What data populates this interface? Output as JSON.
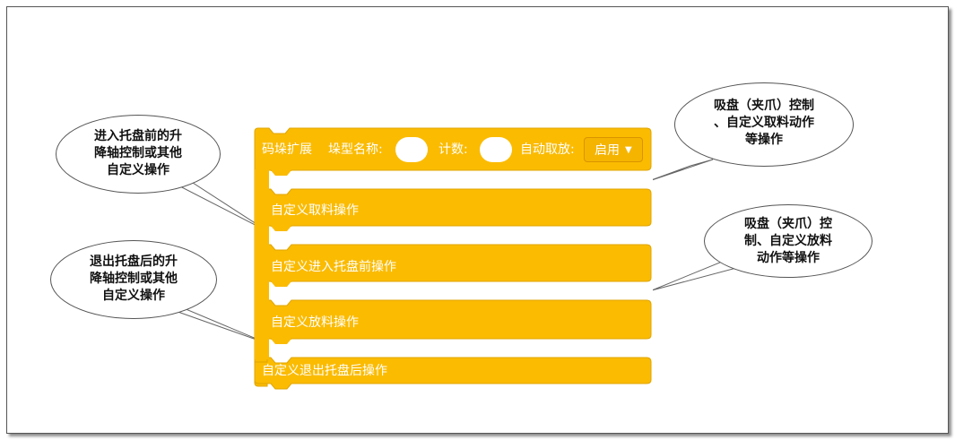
{
  "block": {
    "header": {
      "title": "码垛扩展",
      "type_label": "垛型名称:",
      "count_label": "计数:",
      "auto_label": "自动取放:",
      "dropdown_value": "启用",
      "dropdown_arrow_icon": "triangle-down-icon"
    },
    "slots": [
      {
        "label": "自定义取料操作"
      },
      {
        "label": "自定义进入托盘前操作"
      },
      {
        "label": "自定义放料操作"
      },
      {
        "label": "自定义退出托盘后操作"
      }
    ],
    "color": "#FBBB00"
  },
  "callouts": [
    {
      "text_lines": [
        "进入托盘前的升",
        "降轴控制或其他",
        "自定义操作"
      ]
    },
    {
      "text_lines": [
        "退出托盘后的升",
        "降轴控制或其他",
        "自定义操作"
      ]
    },
    {
      "text_lines": [
        "吸盘（夹爪）控制",
        "、自定义取料动作",
        "等操作"
      ]
    },
    {
      "text_lines": [
        "吸盘（夹爪）控",
        "制、自定义放料",
        "动作等操作"
      ]
    }
  ]
}
